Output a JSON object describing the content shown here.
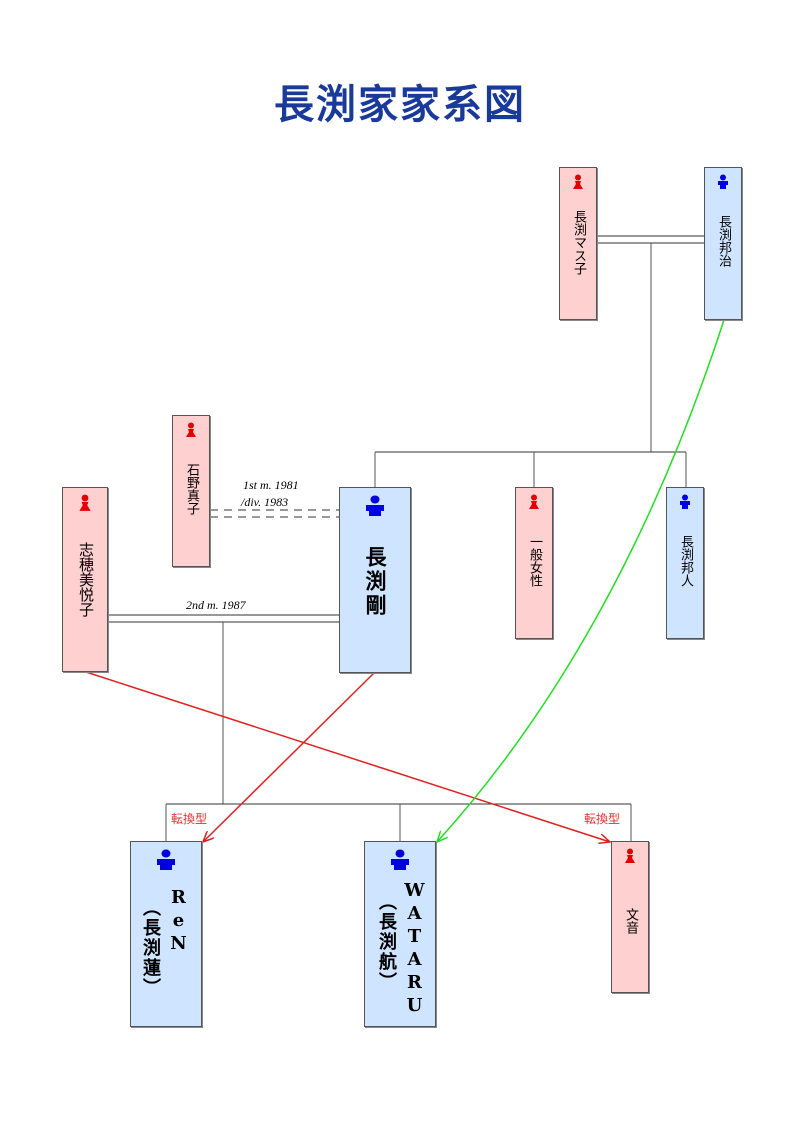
{
  "title": "長渕家家系図",
  "colors": {
    "title": "#1a3a9a",
    "female_fill": "#ffd0d0",
    "male_fill": "#cfe4ff",
    "female_icon": "#e00000",
    "male_icon": "#0000e0",
    "arrow_red": "#e02020",
    "arrow_green": "#22dd22"
  },
  "people": {
    "masuko": {
      "name": "長渕マス子",
      "gender": "female"
    },
    "kuniharu": {
      "name": "長渕邦治",
      "gender": "male"
    },
    "mako": {
      "name": "石野真子",
      "gender": "female"
    },
    "tsuyoshi": {
      "name": "長渕剛",
      "gender": "male"
    },
    "woman": {
      "name": "一般女性",
      "gender": "female"
    },
    "kunito": {
      "name": "長渕邦人",
      "gender": "male"
    },
    "etsuko": {
      "name": "志穂美悦子",
      "gender": "female"
    },
    "ren": {
      "name_latin": "ReN",
      "name_jp": "（長渕蓮）",
      "gender": "male"
    },
    "wataru": {
      "name_latin": "WATARU",
      "name_jp": "（長渕航）",
      "gender": "male"
    },
    "ayane": {
      "name": "文音",
      "gender": "female"
    }
  },
  "relations": {
    "first_marriage": "1st m. 1981",
    "divorce": "/div. 1983",
    "second_marriage": "2nd m. 1987",
    "transition_left": "転換型",
    "transition_right": "転換型"
  }
}
